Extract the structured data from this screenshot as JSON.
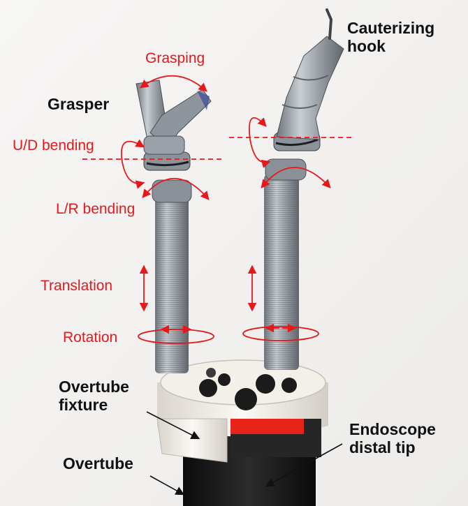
{
  "colors": {
    "annotation_red": "#e8171c",
    "label_black": "#111111",
    "background": "#f4f2f1",
    "metal": "#9aa1a8",
    "overtube_black": "#151515",
    "fixture_white": "#f3f0ea",
    "red_band": "#e8241a"
  },
  "labels": {
    "cauterizing_hook_1": "Cauterizing",
    "cauterizing_hook_2": "hook",
    "grasper": "Grasper",
    "overtube_fixture_1": "Overtube",
    "overtube_fixture_2": "fixture",
    "overtube": "Overtube",
    "endoscope_1": "Endoscope",
    "endoscope_2": "distal tip"
  },
  "motions": {
    "grasping": "Grasping",
    "ud_bending": "U/D bending",
    "lr_bending": "L/R bending",
    "translation": "Translation",
    "rotation": "Rotation"
  }
}
